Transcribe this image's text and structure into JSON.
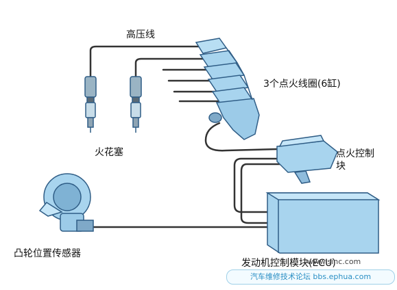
{
  "labels": {
    "hv_wire": "高压线",
    "coils": "3个点火线圈(6缸)",
    "spark_plug": "火花塞",
    "ign_module_line1": "点火控制",
    "ign_module_line2": "块",
    "cam_sensor": "凸轮位置传感器",
    "ecu": "发动机控制模块(ECU)"
  },
  "watermarks": {
    "site": "www.sinc.com",
    "forum": "汽车维修技术论坛 bbs.ephua.com"
  },
  "colors": {
    "part_fill": "#a8d4ee",
    "part_stroke": "#2f5d86",
    "wire": "#333333",
    "forum_text": "#2a8fc4"
  }
}
